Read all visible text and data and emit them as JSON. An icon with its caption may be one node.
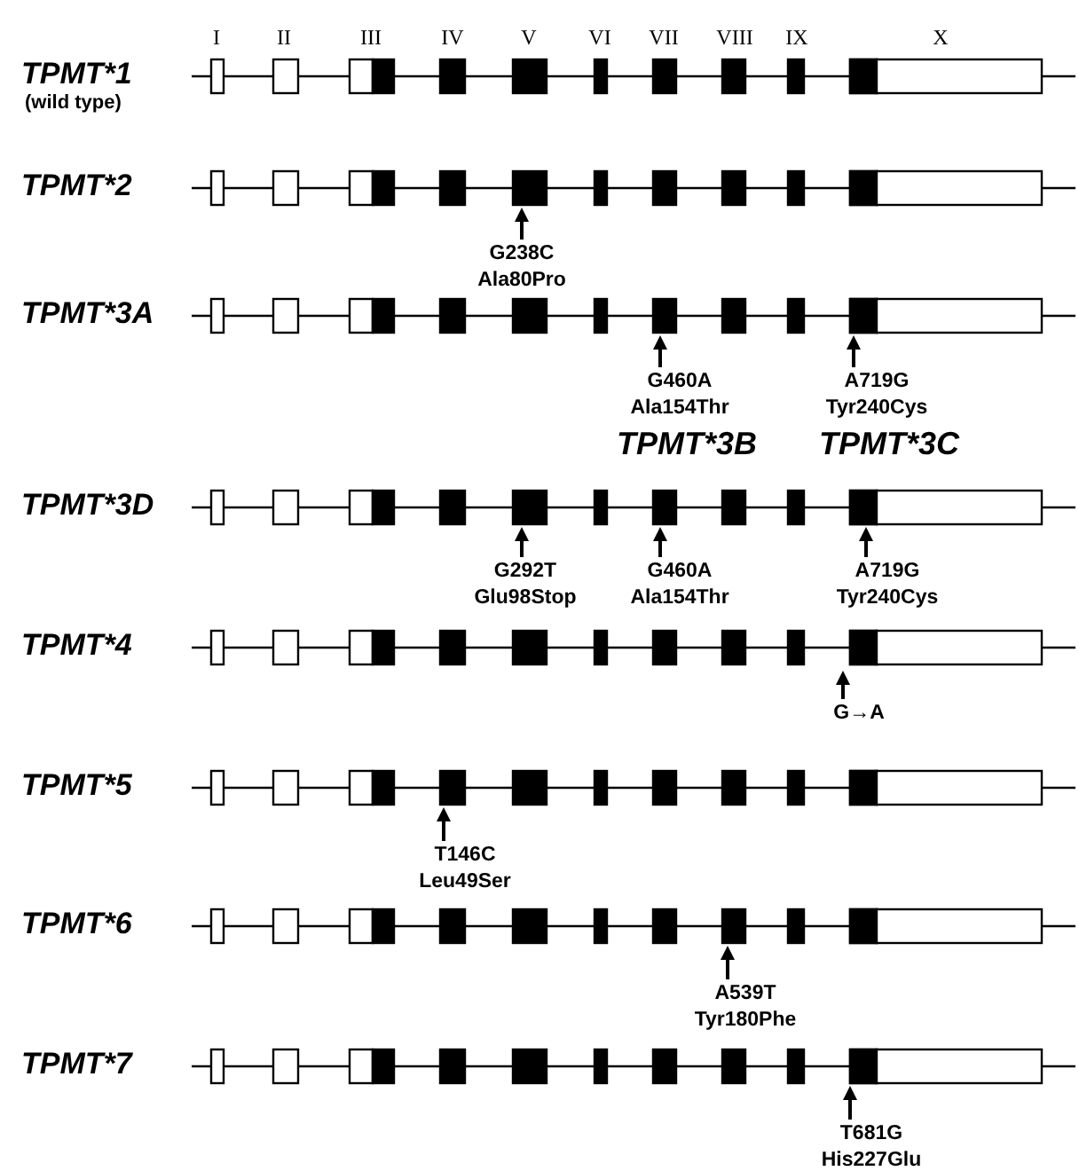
{
  "diagram": {
    "labels": [
      "I",
      "II",
      "III",
      "IV",
      "V",
      "VI",
      "VII",
      "VIII",
      "IX",
      "X",
      "TPMT*1",
      "(wild type)",
      "TPMT*2",
      "G238C Ala80Pro",
      "TPMT*3A",
      "G460A Ala154Thr",
      "A719G Tyr240Cys",
      "TPMT*3B",
      "TPMT*3C",
      "TPMT*3D",
      "G292T Glu98Stop",
      "G460A Ala154Thr",
      "A719G Tyr240Cys",
      "TPMT*4",
      "G→A",
      "TPMT*5",
      "T146C Leu49Ser",
      "TPMT*6",
      "A539T Tyr180Phe",
      "TPMT*7",
      "T681G His227Glu"
    ]
  }
}
